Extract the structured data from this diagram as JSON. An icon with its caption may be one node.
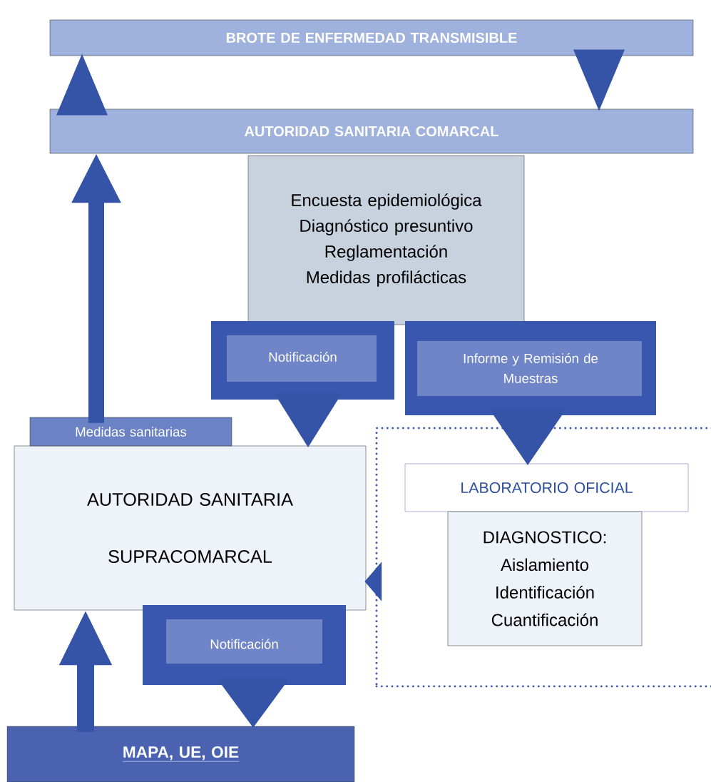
{
  "diagram": {
    "nodes": [
      {
        "text": [
          "BROTE DE ENFERMEDAD TRANSMISIBLE"
        ]
      },
      {
        "text": [
          "AUTORIDAD SANITARIA COMARCAL"
        ]
      },
      {
        "text": [
          "Encuesta epidemiológica",
          "Diagnóstico presuntivo",
          "Reglamentación",
          "Medidas profilácticas"
        ]
      },
      {
        "text": [
          "Notificación"
        ]
      },
      {
        "text": [
          "Informe y Remisión de Muestras"
        ]
      },
      {
        "text": [
          "Medidas sanitarias"
        ]
      },
      {
        "text": [
          "AUTORIDAD SANITARIA SUPRACOMARCAL"
        ]
      },
      {
        "text": [],
        "shape": "box"
      },
      {
        "text": [
          "LABORATORIO OFICIAL"
        ],
        "in": 7
      },
      {
        "text": [
          "DIAGNOSTICO:",
          "Aislamiento",
          "Identificación",
          "Cuantificación"
        ],
        "in": 7
      },
      {
        "text": [
          "Notificación"
        ]
      },
      {
        "text": [
          "MAPA, UE, OIE"
        ]
      }
    ],
    "edges": [
      {
        "from": 1,
        "to": 0,
        "arrow": "to"
      },
      {
        "from": 0,
        "to": 1,
        "arrow": "to"
      },
      {
        "from": 5,
        "to": 1,
        "arrow": "to"
      },
      {
        "from": 3,
        "to": 6,
        "arrow": "to"
      },
      {
        "from": 4,
        "to": 8,
        "arrow": "to"
      },
      {
        "from": 7,
        "to": 6,
        "arrow": "to"
      },
      {
        "from": 11,
        "to": 6,
        "arrow": "to"
      },
      {
        "from": 10,
        "to": 11,
        "arrow": "to"
      }
    ]
  }
}
